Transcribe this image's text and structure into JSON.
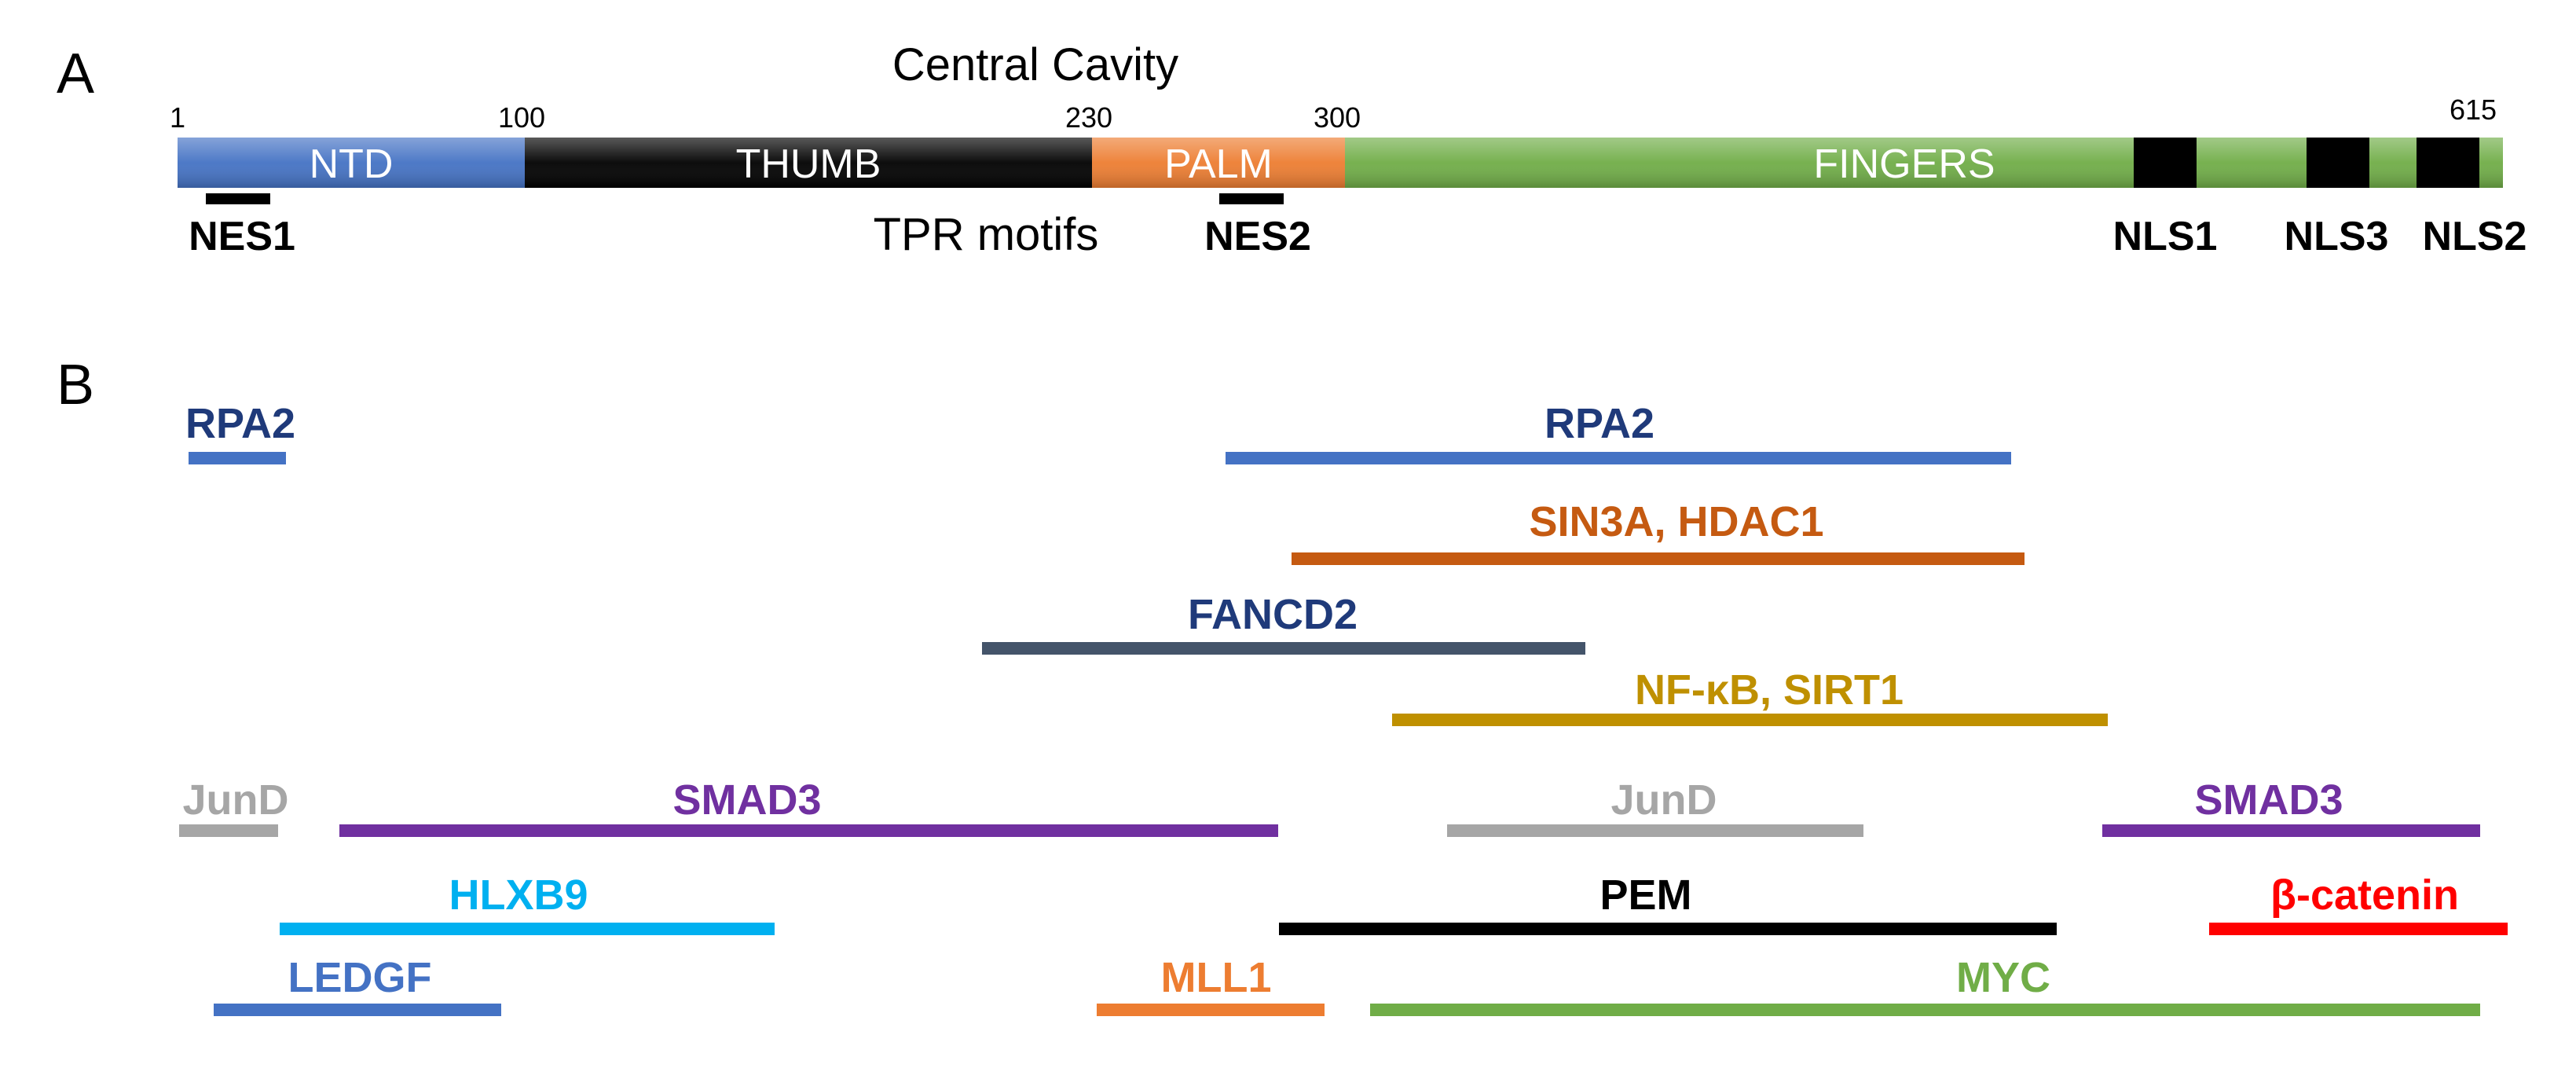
{
  "panel_a": {
    "letter": "A",
    "cavity_label": "Central Cavity",
    "positions": [
      "1",
      "100",
      "230",
      "300",
      "615"
    ],
    "domains": [
      {
        "name": "NTD",
        "start": 1,
        "end": 100,
        "color": "#4472c4"
      },
      {
        "name": "THUMB",
        "start": 100,
        "end": 230,
        "color": "#000000"
      },
      {
        "name": "PALM",
        "start": 230,
        "end": 300,
        "color": "#ed7d31"
      },
      {
        "name": "FINGERS",
        "start": 300,
        "end": 615,
        "color": "#70ad47"
      }
    ],
    "tpr_label": "TPR motifs",
    "signals": [
      {
        "name": "NES1",
        "type": "NES"
      },
      {
        "name": "NES2",
        "type": "NES"
      },
      {
        "name": "NLS1",
        "type": "NLS"
      },
      {
        "name": "NLS3",
        "type": "NLS"
      },
      {
        "name": "NLS2",
        "type": "NLS"
      }
    ]
  },
  "panel_b": {
    "letter": "B",
    "partners": [
      {
        "name": "RPA2",
        "color": "#1f3a7a",
        "bar_color": "#4472c4"
      },
      {
        "name": "RPA2",
        "color": "#1f3a7a",
        "bar_color": "#4472c4"
      },
      {
        "name": "SIN3A, HDAC1",
        "color": "#c55a11",
        "bar_color": "#c55a11"
      },
      {
        "name": "FANCD2",
        "color": "#1f3a7a",
        "bar_color": "#44546a"
      },
      {
        "name": "NF-κB, SIRT1",
        "color": "#bf9000",
        "bar_color": "#bf9000"
      },
      {
        "name": "JunD",
        "color": "#a6a6a6",
        "bar_color": "#a6a6a6"
      },
      {
        "name": "SMAD3",
        "color": "#7030a0",
        "bar_color": "#7030a0"
      },
      {
        "name": "JunD",
        "color": "#a6a6a6",
        "bar_color": "#a6a6a6"
      },
      {
        "name": "SMAD3",
        "color": "#7030a0",
        "bar_color": "#7030a0"
      },
      {
        "name": "HLXB9",
        "color": "#00b0f0",
        "bar_color": "#00b0f0"
      },
      {
        "name": "PEM",
        "color": "#000000",
        "bar_color": "#000000"
      },
      {
        "name": "β-catenin",
        "color": "#ff0000",
        "bar_color": "#ff0000"
      },
      {
        "name": "LEDGF",
        "color": "#4472c4",
        "bar_color": "#4472c4"
      },
      {
        "name": "MLL1",
        "color": "#ed7d31",
        "bar_color": "#ed7d31"
      },
      {
        "name": "MYC",
        "color": "#70ad47",
        "bar_color": "#70ad47"
      }
    ]
  }
}
